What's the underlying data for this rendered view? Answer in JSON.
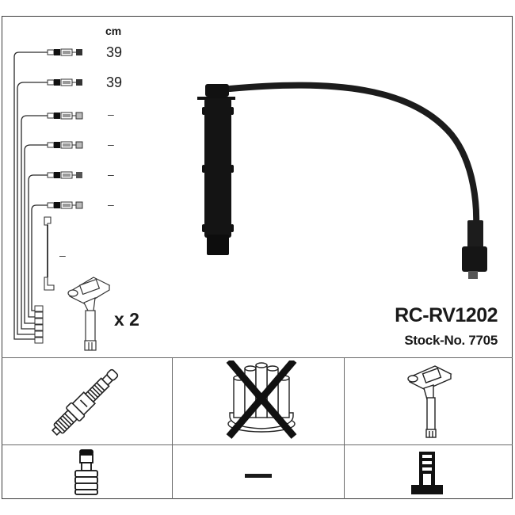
{
  "product": {
    "model": "RC-RV1202",
    "stock_label": "Stock-No. 7705",
    "quantity_label": "x 2"
  },
  "leads": {
    "unit": "cm",
    "lengths": [
      "39",
      "39",
      "–",
      "–",
      "–",
      "–"
    ],
    "coil_lead_length": "–"
  },
  "compatibility": {
    "row1": [
      {
        "name": "spark-plug",
        "available": true
      },
      {
        "name": "distributor-cap",
        "available": false
      },
      {
        "name": "ignition-coil",
        "available": true
      }
    ],
    "row2": [
      {
        "name": "spark-plug-connector",
        "available": true
      },
      {
        "name": "none",
        "label": "—"
      },
      {
        "name": "coil-connector",
        "available": true
      }
    ]
  },
  "colors": {
    "line": "#3a3a3a",
    "cable": "#1c1c1c",
    "divider": "#6a6a6a"
  }
}
